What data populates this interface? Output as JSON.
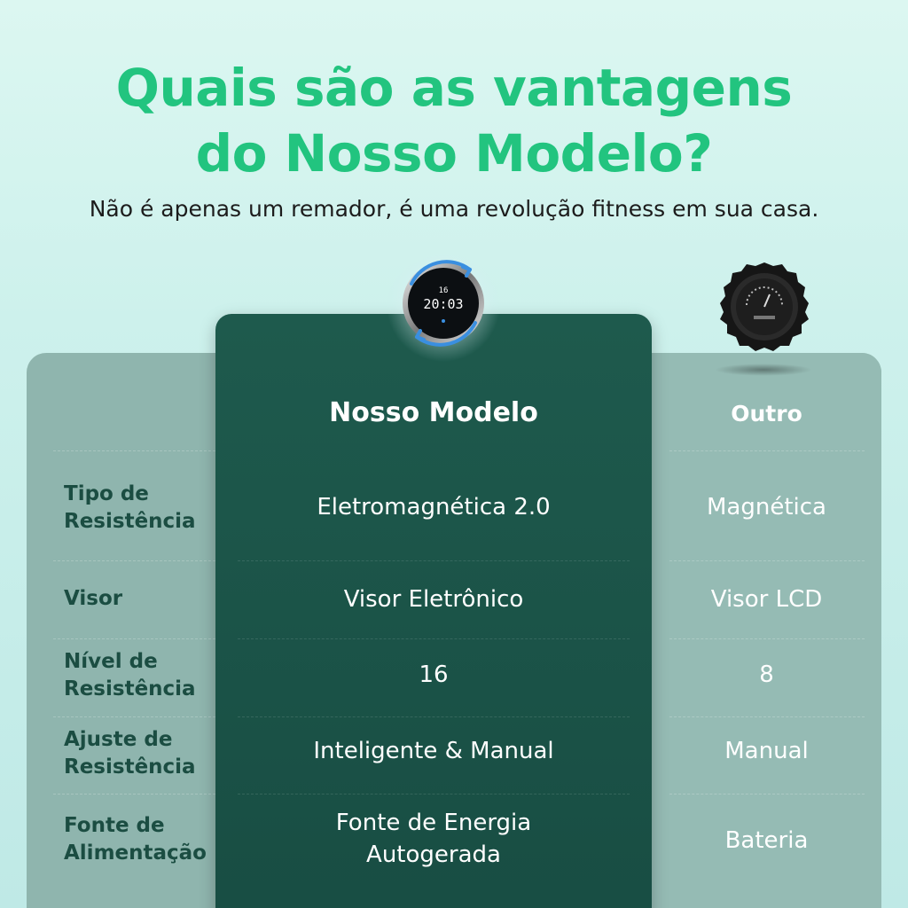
{
  "headline": {
    "line1": "Quais são as vantagens",
    "line2": "do Nosso Modelo?"
  },
  "subtitle": "Não é apenas um remador, é uma revolução fitness em sua casa.",
  "colors": {
    "headline": "#22c47f",
    "main_column": "#1e5a4d",
    "side_panel": "#8fb5ae"
  },
  "devices": {
    "main": {
      "icon": "smart-monitor-icon",
      "display_level": "16",
      "display_time": "20:03"
    },
    "other": {
      "icon": "knob-controller-icon"
    }
  },
  "table": {
    "columns": {
      "main": "Nosso Modelo",
      "other": "Outro"
    },
    "rows": [
      {
        "label_line1": "Tipo de",
        "label_line2": "Resistência",
        "main_line1": "Eletromagnética 2.0",
        "main_line2": "",
        "other": "Magnética"
      },
      {
        "label_line1": "Visor",
        "label_line2": "",
        "main_line1": "Visor Eletrônico",
        "main_line2": "",
        "other": "Visor LCD"
      },
      {
        "label_line1": "Nível de",
        "label_line2": "Resistência",
        "main_line1": "16",
        "main_line2": "",
        "other": "8"
      },
      {
        "label_line1": "Ajuste de",
        "label_line2": "Resistência",
        "main_line1": "Inteligente & Manual",
        "main_line2": "",
        "other": "Manual"
      },
      {
        "label_line1": "Fonte de",
        "label_line2": "Alimentação",
        "main_line1": "Fonte de Energia",
        "main_line2": "Autogerada",
        "other": "Bateria"
      }
    ]
  }
}
